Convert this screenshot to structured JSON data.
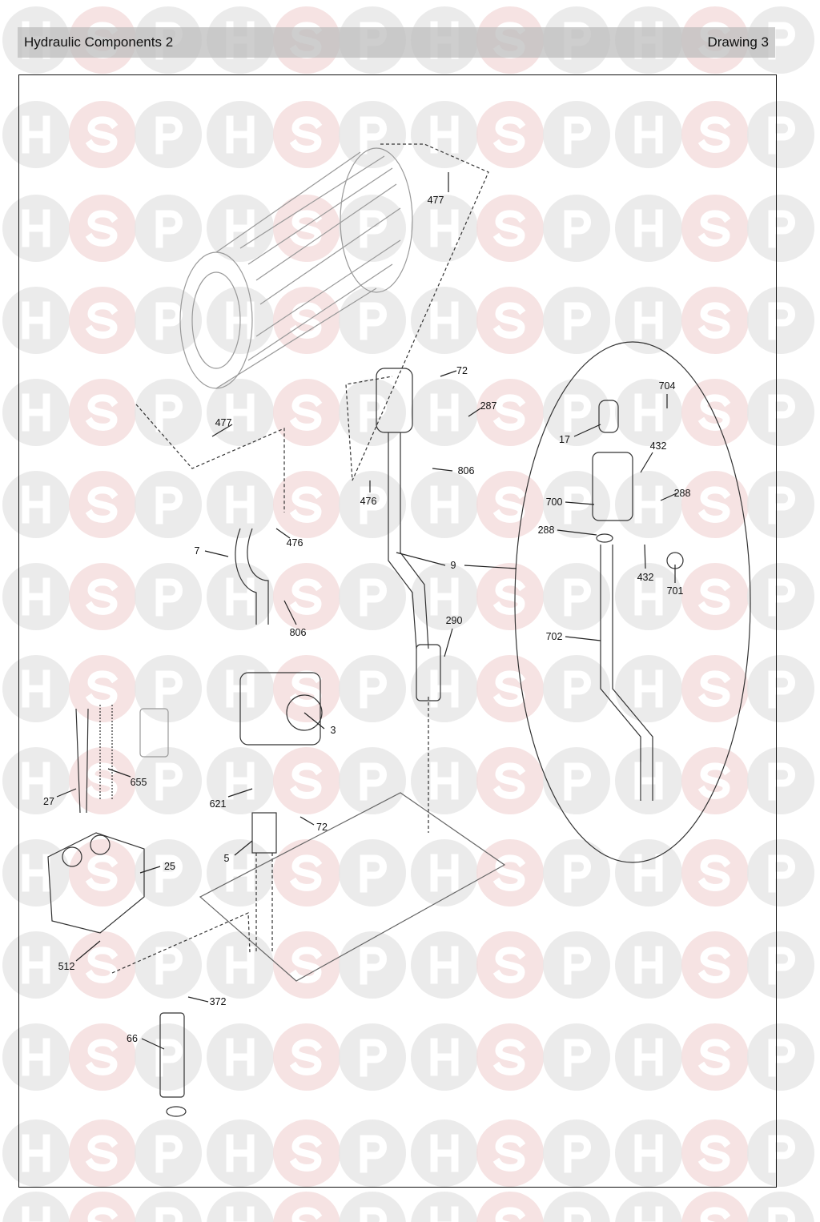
{
  "header": {
    "title": "Hydraulic Components 2",
    "drawing": "Drawing 3"
  },
  "watermark": {
    "letters": [
      "H",
      "S",
      "P"
    ],
    "ring_color": "#e6e6e6",
    "accent_color": "#f4dcdc"
  },
  "callouts": [
    "477",
    "477",
    "72",
    "287",
    "806",
    "476",
    "476",
    "7",
    "806",
    "9",
    "290",
    "3",
    "655",
    "27",
    "621",
    "72",
    "5",
    "25",
    "512",
    "372",
    "66",
    "704",
    "17",
    "432",
    "288",
    "700",
    "288",
    "432",
    "701",
    "702"
  ]
}
